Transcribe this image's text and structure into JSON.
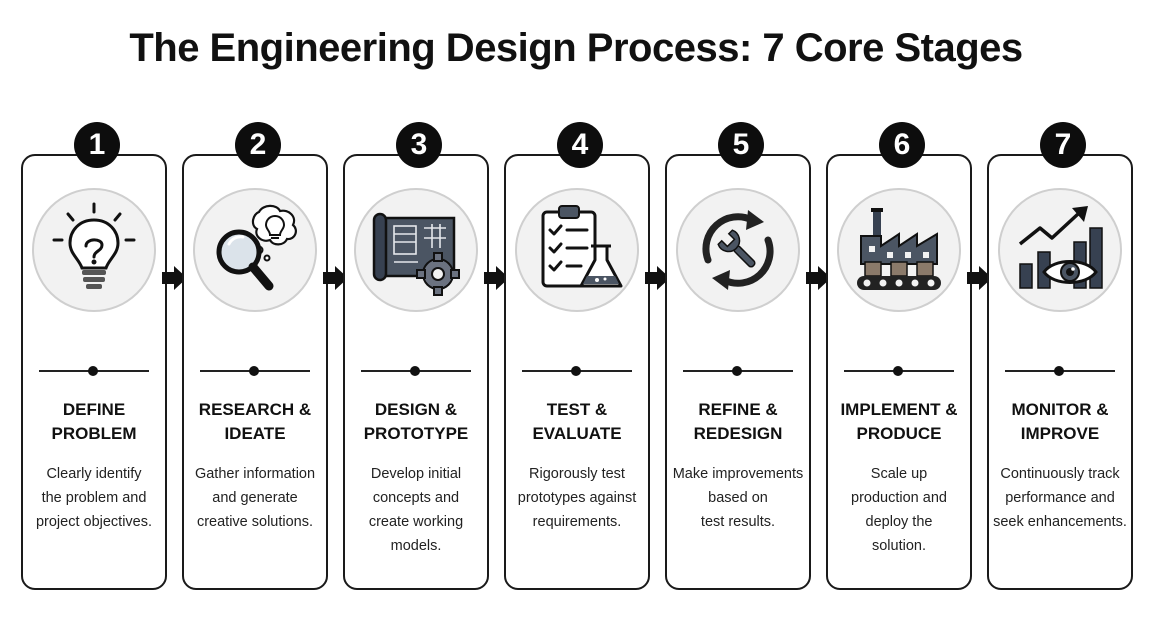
{
  "title": "The Engineering Design Process: 7 Core Stages",
  "stages": [
    {
      "number": "1",
      "title_lines": [
        "DEFINE",
        "PROBLEM"
      ],
      "desc_lines": [
        "Clearly identify",
        "the problem and",
        "project objectives."
      ],
      "icon": "lightbulb-question-icon"
    },
    {
      "number": "2",
      "title_lines": [
        "RESEARCH &",
        "IDEATE"
      ],
      "desc_lines": [
        "Gather information",
        "and generate",
        "creative solutions."
      ],
      "icon": "magnifier-idea-icon"
    },
    {
      "number": "3",
      "title_lines": [
        "DESIGN &",
        "PROTOTYPE"
      ],
      "desc_lines": [
        "Develop initial",
        "concepts and",
        "create working",
        "models."
      ],
      "icon": "blueprint-gear-icon"
    },
    {
      "number": "4",
      "title_lines": [
        "TEST &",
        "EVALUATE"
      ],
      "desc_lines": [
        "Rigorously test",
        "prototypes against",
        "requirements."
      ],
      "icon": "checklist-flask-icon"
    },
    {
      "number": "5",
      "title_lines": [
        "REFINE &",
        "REDESIGN"
      ],
      "desc_lines": [
        "Make improvements",
        "based on",
        "test results."
      ],
      "icon": "cycle-wrench-icon"
    },
    {
      "number": "6",
      "title_lines": [
        "IMPLEMENT &",
        "PRODUCE"
      ],
      "desc_lines": [
        "Scale up",
        "production and",
        "deploy the",
        "solution."
      ],
      "icon": "factory-conveyor-icon"
    },
    {
      "number": "7",
      "title_lines": [
        "MONITOR &",
        "IMPROVE"
      ],
      "desc_lines": [
        "Continuously track",
        "performance and",
        "seek enhancements."
      ],
      "icon": "chart-eye-icon"
    }
  ],
  "colors": {
    "ink": "#111111",
    "accent": "#4b5563",
    "card_border": "#1a1a1a",
    "icon_bg": "#f2f2f2"
  }
}
